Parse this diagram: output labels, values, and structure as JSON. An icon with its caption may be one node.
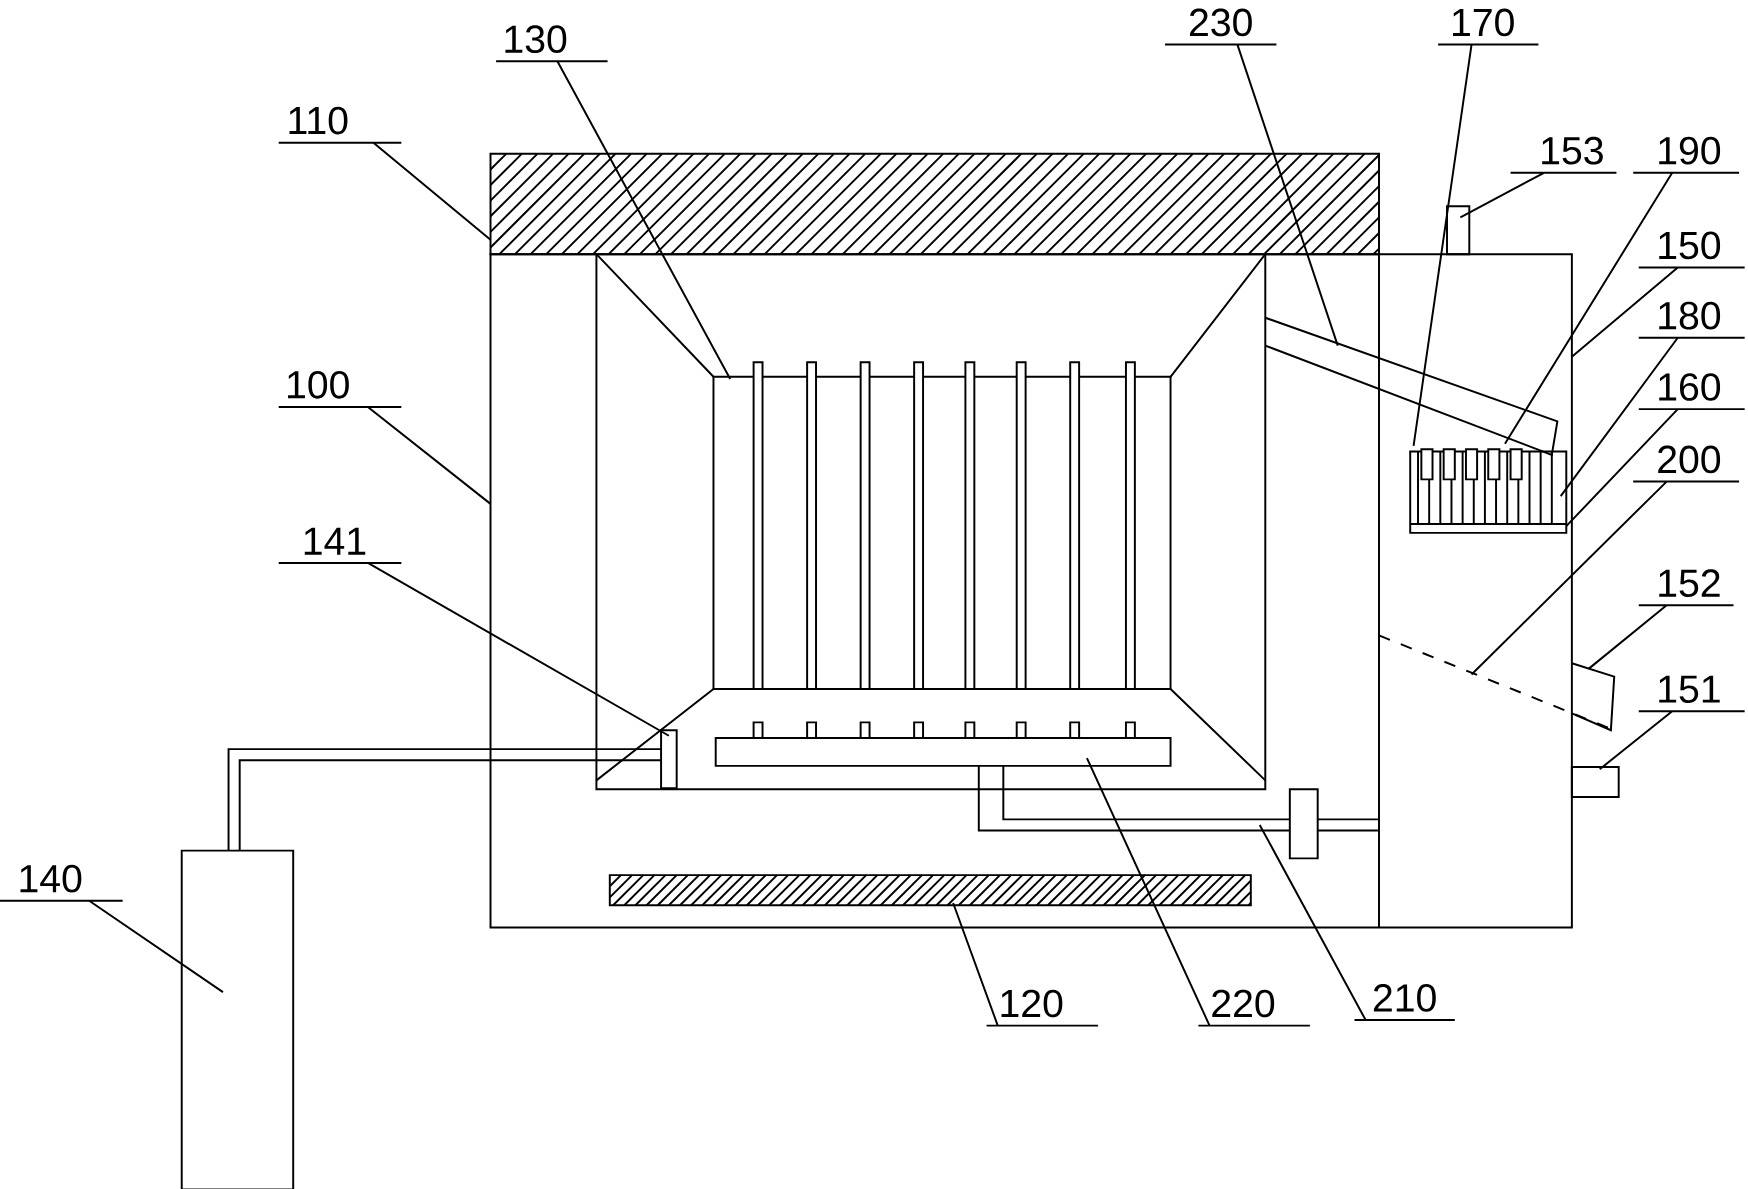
{
  "diagram": {
    "nodes": [
      {
        "text": [
          "230"
        ]
      },
      {
        "text": [
          "170"
        ]
      },
      {
        "text": [
          "130"
        ]
      },
      {
        "text": [
          "110"
        ]
      },
      {
        "text": [
          "153"
        ]
      },
      {
        "text": [
          "190"
        ]
      },
      {
        "text": [
          "150"
        ]
      },
      {
        "text": [
          "180"
        ]
      },
      {
        "text": [
          "100"
        ]
      },
      {
        "text": [
          "160"
        ]
      },
      {
        "text": [
          "200"
        ]
      },
      {
        "text": [
          "141"
        ]
      },
      {
        "text": [
          "152"
        ]
      },
      {
        "text": [
          "151"
        ]
      },
      {
        "text": [
          "140"
        ]
      },
      {
        "text": [
          "120"
        ]
      },
      {
        "text": [
          "220"
        ]
      },
      {
        "text": [
          "210"
        ]
      }
    ],
    "edges": [
      {
        "from": 0,
        "to": null,
        "arrow": "none"
      },
      {
        "from": 1,
        "to": null,
        "arrow": "none"
      },
      {
        "from": 2,
        "to": null,
        "arrow": "none"
      },
      {
        "from": 3,
        "to": null,
        "arrow": "none"
      },
      {
        "from": 4,
        "to": null,
        "arrow": "none"
      },
      {
        "from": 5,
        "to": null,
        "arrow": "none"
      },
      {
        "from": 6,
        "to": null,
        "arrow": "none"
      },
      {
        "from": 7,
        "to": null,
        "arrow": "none"
      },
      {
        "from": 8,
        "to": null,
        "arrow": "none"
      },
      {
        "from": 9,
        "to": null,
        "arrow": "none"
      },
      {
        "from": 10,
        "to": null,
        "arrow": "none"
      },
      {
        "from": 11,
        "to": null,
        "arrow": "none"
      },
      {
        "from": 12,
        "to": null,
        "arrow": "none"
      },
      {
        "from": 13,
        "to": null,
        "arrow": "none"
      },
      {
        "from": 14,
        "to": null,
        "arrow": "none"
      },
      {
        "from": 15,
        "to": null,
        "arrow": "none"
      },
      {
        "from": 16,
        "to": null,
        "arrow": "none"
      },
      {
        "from": 17,
        "to": null,
        "arrow": "none"
      }
    ]
  }
}
